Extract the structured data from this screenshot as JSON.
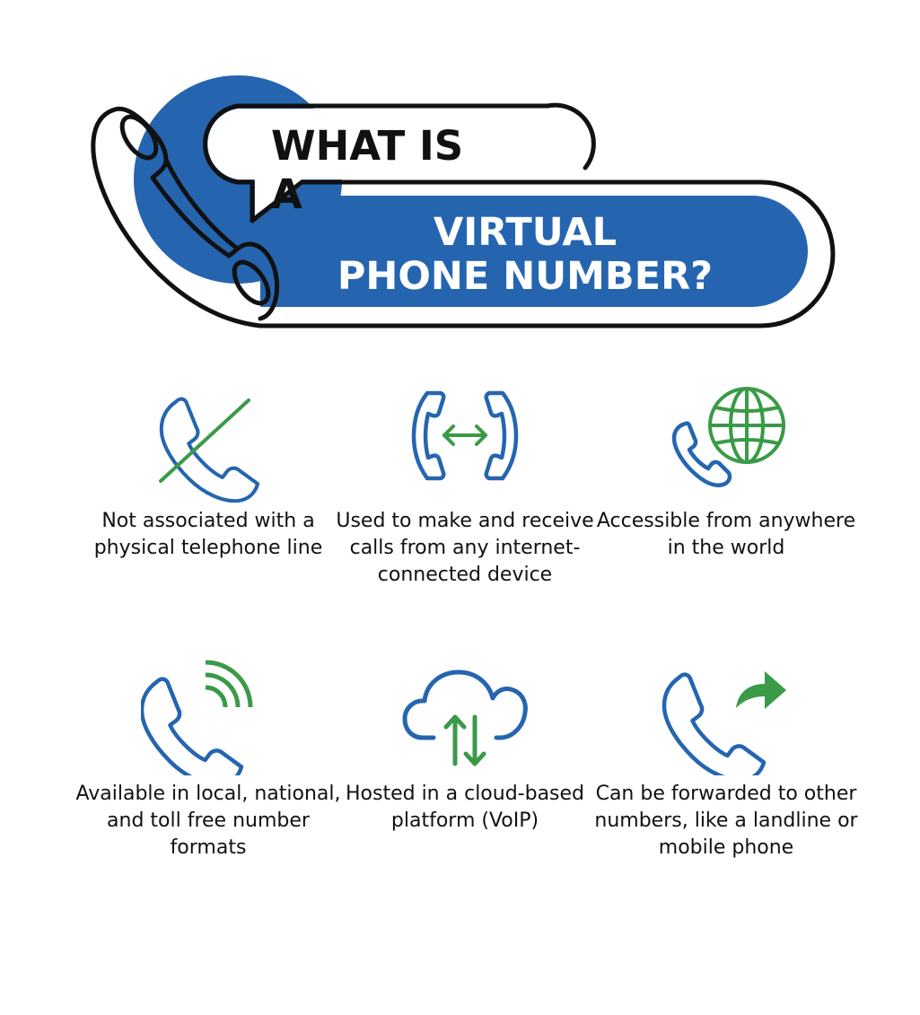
{
  "title": {
    "line1": "WHAT IS A",
    "line2": "VIRTUAL",
    "line3": "PHONE NUMBER?"
  },
  "colors": {
    "blue": "#2565b0",
    "green": "#3a9a47",
    "outline": "#111111",
    "text": "#111111"
  },
  "features": [
    {
      "icon": "phone-crossed-out-icon",
      "caption": "Not associated with a physical telephone line"
    },
    {
      "icon": "two-phones-exchange-icon",
      "caption": "Used to make and receive calls from any internet-connected device"
    },
    {
      "icon": "phone-globe-icon",
      "caption": "Accessible from anywhere in the world"
    },
    {
      "icon": "phone-signal-icon",
      "caption": "Available in local, national, and toll free number formats"
    },
    {
      "icon": "cloud-upload-download-icon",
      "caption": "Hosted in a cloud-based platform (VoIP)"
    },
    {
      "icon": "phone-forward-icon",
      "caption": "Can be forwarded to other numbers, like a landline or mobile phone"
    }
  ]
}
